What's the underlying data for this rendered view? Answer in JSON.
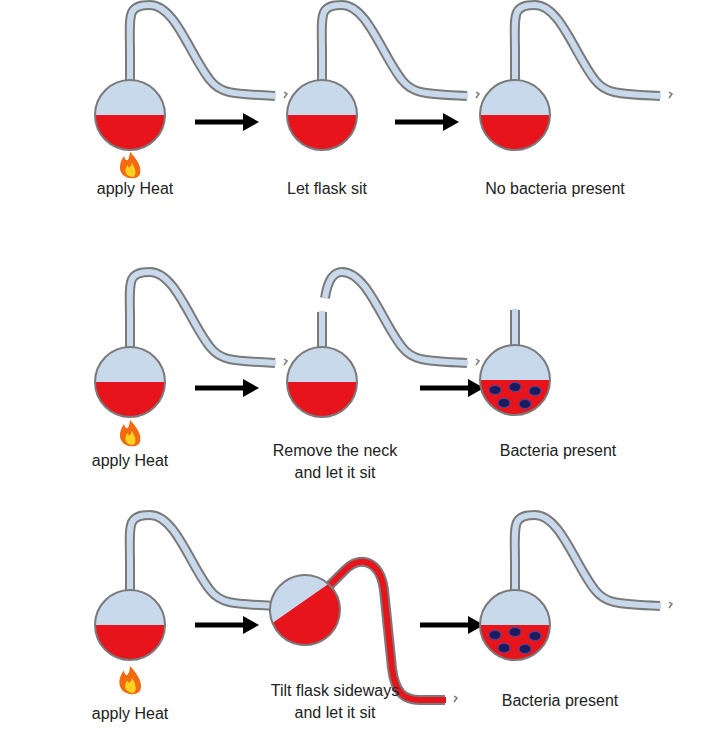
{
  "diagram": {
    "labels": [
      "apply Heat",
      "Let flask sit",
      "No bacteria present",
      "apply Heat",
      "Remove the neck and let it sit",
      "Bacteria present",
      "apply Heat",
      "Tilt flask sideways and let it sit",
      "Bacteria present"
    ]
  }
}
